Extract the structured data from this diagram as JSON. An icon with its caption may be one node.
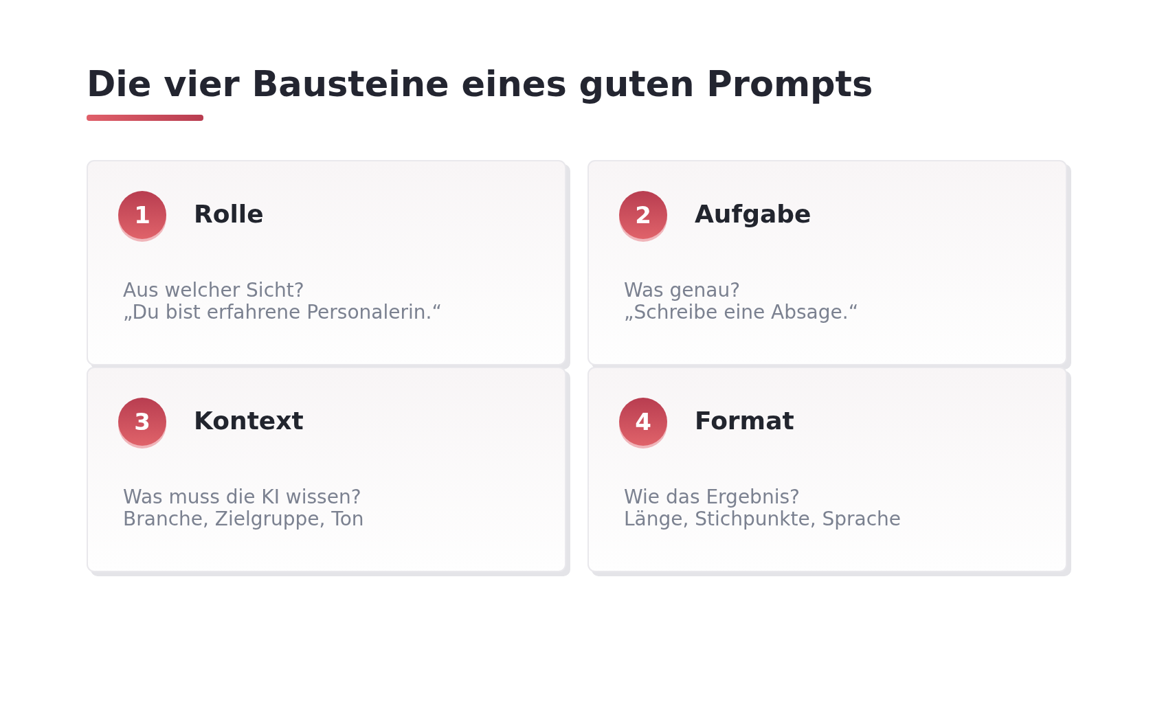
{
  "diagram": {
    "title": "Die vier Bausteine eines guten Prompts",
    "nodes": [
      {
        "text": [
          "Rolle",
          "Aus welcher Sicht?",
          "„Du bist erfahrene Personalerin.“"
        ]
      },
      {
        "text": [
          "1"
        ],
        "in": 0
      },
      {
        "text": [
          "Aufgabe",
          "Was genau?",
          "„Schreibe eine Absage.“"
        ]
      },
      {
        "text": [
          "2"
        ],
        "in": 2
      },
      {
        "text": [
          "Kontext",
          "Was muss die KI wissen?",
          "Branche, Zielgruppe, Ton"
        ]
      },
      {
        "text": [
          "3"
        ],
        "in": 4
      },
      {
        "text": [
          "Format",
          "Wie das Ergebnis?",
          "Länge, Stichpunkte, Sprache"
        ]
      },
      {
        "text": [
          "4"
        ],
        "in": 6
      }
    ]
  }
}
